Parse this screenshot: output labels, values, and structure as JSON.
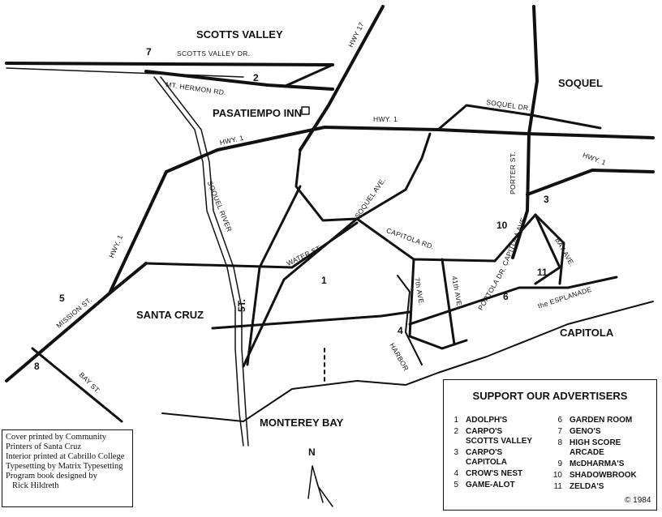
{
  "towns": {
    "scotts_valley": "SCOTTS VALLEY",
    "soquel": "SOQUEL",
    "santa_cruz": "SANTA CRUZ",
    "capitola": "CAPITOLA",
    "monterey_bay": "MONTEREY BAY",
    "pasatiempo": "PASATIEMPO INN"
  },
  "roads": {
    "scotts_valley_dr": "SCOTTS VALLEY DR.",
    "mt_hermon": "MT. HERMON RD.",
    "hwy17": "HWY 17",
    "hwy1_top": "HWY. 1",
    "hwy1_mid": "HWY. 1",
    "hwy1_right": "HWY. 1",
    "hwy1_left": "HWY. 1",
    "soquel_dr": "SOQUEL       DR.",
    "porter": "PORTER ST.",
    "soquel_river": "SOQUEL RIVER",
    "soquel_ave": "SOQUEL AVE.",
    "water_st": "WATER ST.",
    "capitola_rd": "CAPITOLA       RD.",
    "capitola_ave": "CAPITOLA AVE.",
    "bay_ave": "BAY AVE.",
    "seventh": "7th AVE.",
    "forty_first": "41th AVE.",
    "portola": "PORTOLA DR.",
    "esplanade": "the ESPLANADE",
    "harbor": "HARBOR",
    "mission": "MISSION ST.",
    "bay_st": "BAY ST.",
    "fifth_st": "5T.",
    "north": "N"
  },
  "markers": {
    "m1": "1",
    "m2": "2",
    "m3": "3",
    "m4": "4",
    "m5": "5",
    "m6": "6",
    "m7": "7",
    "m8": "8",
    "m10": "10",
    "m11": "11"
  },
  "advertisers": {
    "title": "SUPPORT OUR ADVERTISERS",
    "items": [
      {
        "n": "1",
        "name": "ADOLPH'S"
      },
      {
        "n": "2",
        "name": "CARPO'S\nSCOTTS VALLEY"
      },
      {
        "n": "3",
        "name": "CARPO'S\nCAPITOLA"
      },
      {
        "n": "4",
        "name": "CROW'S NEST"
      },
      {
        "n": "5",
        "name": "GAME-ALOT"
      },
      {
        "n": "6",
        "name": "GARDEN ROOM"
      },
      {
        "n": "7",
        "name": "GENO'S"
      },
      {
        "n": "8",
        "name": "HIGH SCORE\nARCADE"
      },
      {
        "n": "9",
        "name": "McDHARMA'S"
      },
      {
        "n": "10",
        "name": "SHADOWBROOK"
      },
      {
        "n": "11",
        "name": "ZELDA'S"
      }
    ],
    "copyright": "© 1984"
  },
  "credits": [
    "Cover printed by Community",
    "Printers of Santa Cruz",
    "Interior printed at Cabrillo College",
    "Typesetting by Matrix Typesetting",
    "Program book designed by",
    "Rick Hildreth"
  ]
}
